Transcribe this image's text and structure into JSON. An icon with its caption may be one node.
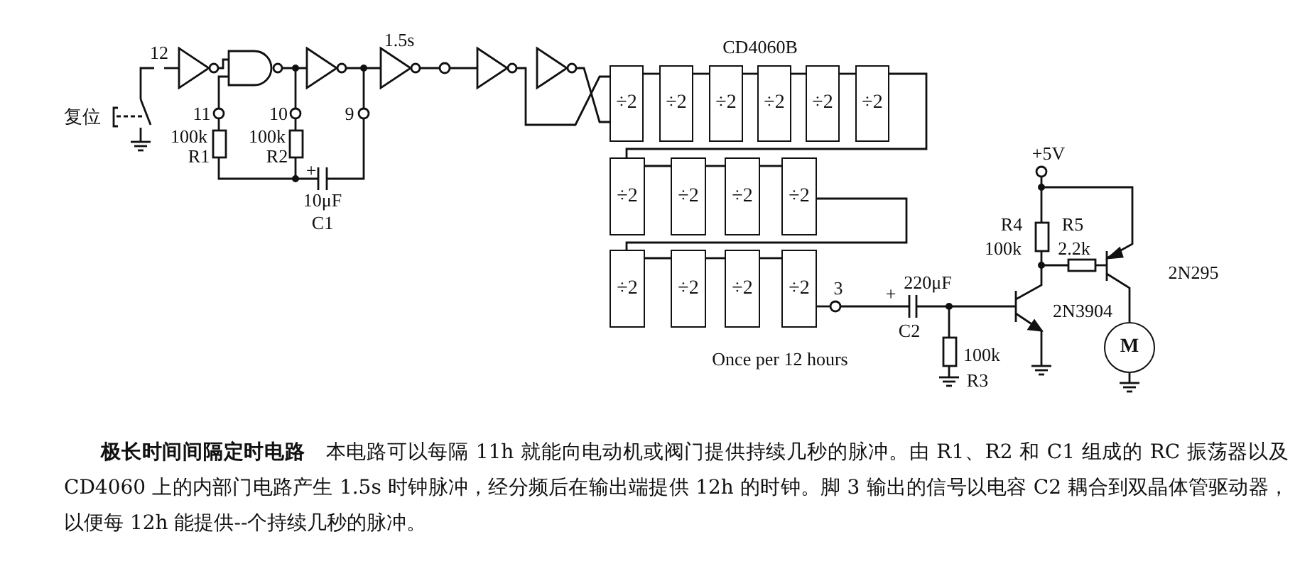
{
  "diagram": {
    "caption": "**极长时间间隔定时电路**　本电路可以每隔 11h 就能向电动机或阀门提供持续几秒的脉冲。由 R1、R2 和 C1 组成的 RC 振荡器以及 CD4060 上的内部门电路产生 1.5s 时钟脉冲，经分频后在输出端提供 12h 的时钟。脚 3 输出的信号以电容 C2 耦合到双晶体管驱动器，以便每 12h 能提供--个持续几秒的脉冲。",
    "nodes": [
      {
        "text": [],
        "shape": "triangle"
      },
      {
        "text": [],
        "shape": "gate"
      },
      {
        "text": [],
        "shape": "triangle"
      },
      {
        "text": [],
        "shape": "triangle"
      },
      {
        "text": [],
        "shape": "triangle"
      },
      {
        "text": [],
        "shape": "triangle"
      },
      {
        "text": [
          "÷2"
        ]
      },
      {
        "text": [
          "÷2"
        ]
      },
      {
        "text": [
          "÷2"
        ]
      },
      {
        "text": [
          "÷2"
        ]
      },
      {
        "text": [
          "÷2"
        ]
      },
      {
        "text": [
          "÷2"
        ]
      },
      {
        "text": [
          "÷2"
        ]
      },
      {
        "text": [
          "÷2"
        ]
      },
      {
        "text": [
          "÷2"
        ]
      },
      {
        "text": [
          "÷2"
        ]
      },
      {
        "text": [
          "÷2"
        ]
      },
      {
        "text": [
          "÷2"
        ]
      },
      {
        "text": [
          "÷2"
        ]
      },
      {
        "text": [
          "÷2"
        ]
      },
      {
        "text": [
          "M"
        ]
      }
    ],
    "edges": [
      {
        "from": 0,
        "to": 1,
        "arrow": "none"
      },
      {
        "from": 1,
        "to": 2,
        "arrow": "none"
      },
      {
        "from": 2,
        "to": 3,
        "arrow": "none"
      },
      {
        "from": 3,
        "to": 4,
        "arrow": "none"
      },
      {
        "from": 4,
        "to": 6,
        "arrow": "none"
      },
      {
        "from": 5,
        "to": 6,
        "arrow": "none"
      },
      {
        "from": 6,
        "to": 7,
        "arrow": "none"
      },
      {
        "from": 7,
        "to": 8,
        "arrow": "none"
      },
      {
        "from": 8,
        "to": 9,
        "arrow": "none"
      },
      {
        "from": 9,
        "to": 10,
        "arrow": "none"
      },
      {
        "from": 10,
        "to": 11,
        "arrow": "none"
      },
      {
        "from": 11,
        "to": 12,
        "arrow": "none"
      },
      {
        "from": 12,
        "to": 13,
        "arrow": "none"
      },
      {
        "from": 13,
        "to": 14,
        "arrow": "none"
      },
      {
        "from": 14,
        "to": 15,
        "arrow": "none"
      },
      {
        "from": 15,
        "to": 16,
        "arrow": "none"
      },
      {
        "from": 16,
        "to": 17,
        "arrow": "none"
      },
      {
        "from": 17,
        "to": 18,
        "arrow": "none"
      },
      {
        "from": 18,
        "to": 19,
        "arrow": "none"
      }
    ],
    "labels": [
      "CD4060B",
      "1.5s",
      "12",
      "复位",
      "11",
      "10",
      "9",
      "100k",
      "R1",
      "100k",
      "R2",
      "+",
      "10μF",
      "C1",
      "+5V",
      "R4",
      "R5",
      "100k",
      "2.2k",
      "2N295",
      "3",
      "220μF",
      "+",
      "2N3904",
      "C2",
      "Once per 12 hours",
      "100k",
      "R3"
    ]
  }
}
